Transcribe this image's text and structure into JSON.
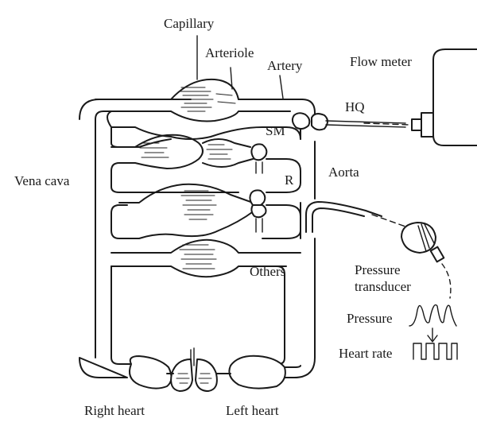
{
  "labels": {
    "capillary": "Capillary",
    "arteriole": "Arteriole",
    "artery": "Artery",
    "flow_meter": "Flow meter",
    "hq": "HQ",
    "sm": "SM",
    "r": "R",
    "aorta": "Aorta",
    "vena_cava": "Vena cava",
    "others": "Others",
    "pressure_transducer_1": "Pressure",
    "pressure_transducer_2": "transducer",
    "pressure": "Pressure",
    "heart_rate": "Heart rate",
    "right_heart": "Right heart",
    "left_heart": "Left heart"
  }
}
